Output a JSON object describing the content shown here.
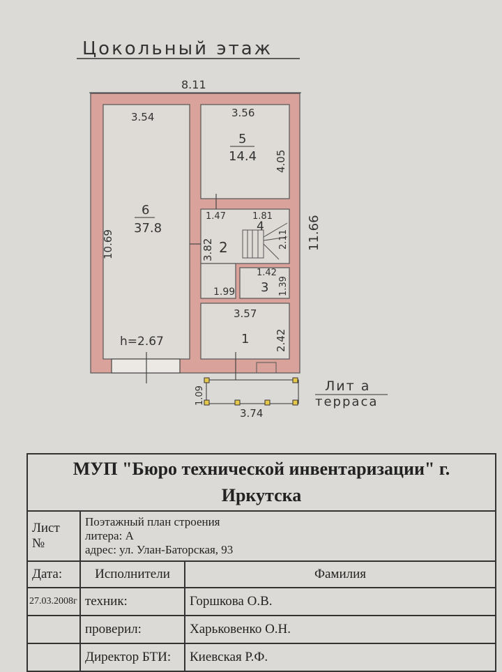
{
  "plan": {
    "title": "Цокольный этаж",
    "dims": {
      "top_total": "8.11",
      "right_total": "11.66",
      "room6_width": "3.54",
      "room6_length": "10.69",
      "room6_height": "h=2.67",
      "room5_width": "3.56",
      "room5_length": "4.05",
      "room2_a": "1.47",
      "room4_a": "1.81",
      "room4_b": "2.11",
      "room2_b": "3.82",
      "room3_a": "1.42",
      "room3_b": "1.39",
      "room2_c": "1.99",
      "room1_width": "3.57",
      "room1_length": "2.42",
      "terrace_depth": "1.09",
      "terrace_width": "3.74"
    },
    "rooms": [
      {
        "num": "6",
        "area": "37.8"
      },
      {
        "num": "5",
        "area": "14.4"
      },
      {
        "num": "4"
      },
      {
        "num": "2"
      },
      {
        "num": "3"
      },
      {
        "num": "1"
      }
    ],
    "terrace_label": "Лит а",
    "terrace_sub": "терраса",
    "wall_color": "#d9a39c"
  },
  "stamp": {
    "org": "МУП \"Бюро технической инвентаризации\" г. Иркутска",
    "sheet_label": "Лист №",
    "desc_line1": "Поэтажный план строения",
    "desc_line2": "литера: А",
    "desc_line3": "адрес: ул. Улан-Баторская, 93",
    "date_label": "Дата:",
    "performers_label": "Исполнители",
    "surname_label": "Фамилия",
    "date": "27.03.2008г",
    "rows": [
      {
        "role": "техник:",
        "name": "Горшкова О.В."
      },
      {
        "role": "проверил:",
        "name": "Харьковенко О.Н."
      },
      {
        "role": "Директор БТИ:",
        "name": "Киевская Р.Ф."
      }
    ]
  }
}
